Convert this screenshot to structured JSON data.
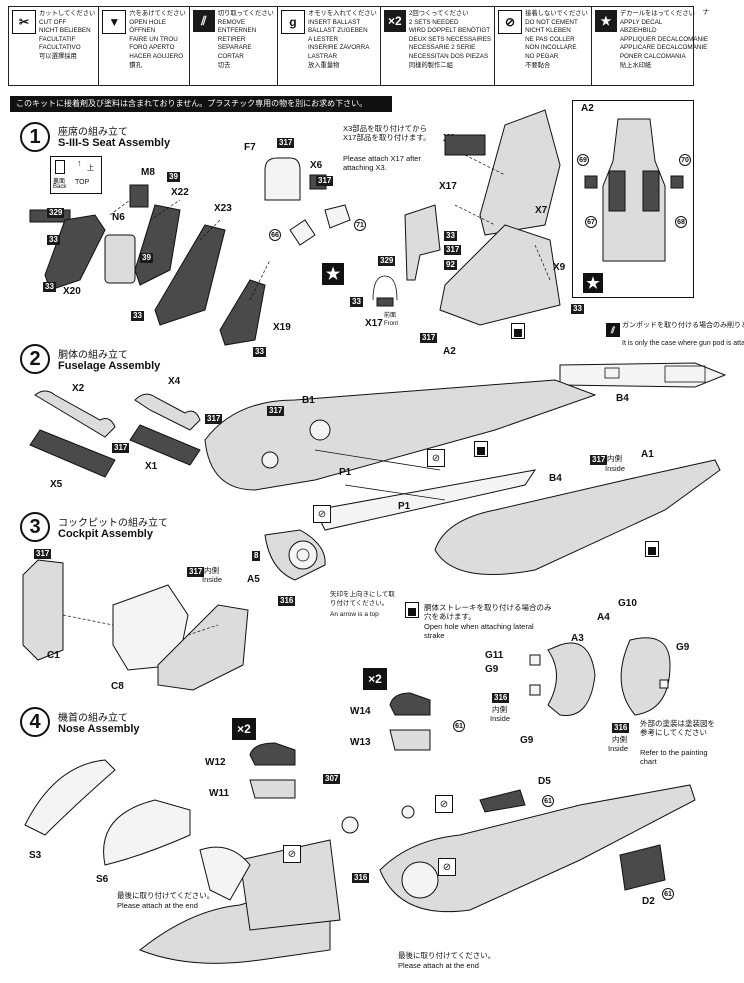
{
  "legend": [
    {
      "icon": "scissors-icon",
      "lines": [
        "カットしてください",
        "CUT OFF",
        "NICHT BELIEBEN",
        "FACULTATIF",
        "FACULTATIVO",
        "可以選擇採用"
      ]
    },
    {
      "icon": "drill-icon",
      "lines": [
        "穴をあけてください",
        "OPEN HOLE",
        "ÖFFNEN",
        "FAIRE UN TROU",
        "FORO APERTO",
        "HACER AGUJERO",
        "鑽孔"
      ]
    },
    {
      "icon": "knife-icon",
      "lines": [
        "切り取ってください",
        "REMOVE",
        "ENTFERNEN",
        "RETIRER",
        "SEPARARE",
        "CORTAR",
        "切去"
      ]
    },
    {
      "icon": "weight-icon",
      "lines": [
        "オモリを入れてください",
        "INSERT BALLAST",
        "BALLAST ZUGEBEN",
        "A LESTER",
        "INSERIRE ZAVORRA",
        "LASTRAR",
        "放入重量物"
      ]
    },
    {
      "icon": "x2-icon",
      "lines": [
        "2回つくってください",
        "2 SETS NEEDED",
        "WIRD DOPPELT BENÖTIGT",
        "DEUX SETS NECESSAIRES",
        "NECESSARIE 2 SERIE",
        "NECESSITAN DOS PIEZAS",
        "同樣的製作二組"
      ]
    },
    {
      "icon": "no-glue-icon",
      "lines": [
        "接着しないでください",
        "DO NOT CEMENT",
        "NICHT KLEBEN",
        "NE PAS COLLER",
        "NON INCOLLARE",
        "NO PEGAR",
        "不要黏合"
      ]
    },
    {
      "icon": "star-decal-icon",
      "lines": [
        "デカールをはってください",
        "APPLY DECAL",
        "ABZIEHBILD",
        "APPLIQUER DECALCOMANIE",
        "APPLICARE DECALCOMANIE",
        "PONER CALCOMANIA",
        "貼上水印紙"
      ]
    }
  ],
  "margin_code": "ナ",
  "notice": "このキットに接着剤及び塗料は含まれておりません。プラスチック専用の物を別にお求め下さい。",
  "steps": [
    {
      "num": "1",
      "jp": "座席の組み立て",
      "en": "S-III-S Seat Assembly"
    },
    {
      "num": "2",
      "jp": "胴体の組み立て",
      "en": "Fuselage Assembly"
    },
    {
      "num": "3",
      "jp": "コックピットの組み立て",
      "en": "Cockpit Assembly"
    },
    {
      "num": "4",
      "jp": "機首の組み立て",
      "en": "Nose Assembly"
    }
  ],
  "step1": {
    "top_icon": {
      "jp": "上",
      "top": "TOP",
      "back_jp": "裏面",
      "back": "Back"
    },
    "labels": {
      "M8": "M8",
      "N6": "N6",
      "X22": "X22",
      "X20": "X20",
      "X23": "X23",
      "X19": "X19",
      "F7": "F7",
      "X6": "X6",
      "X3": "X3",
      "X17": "X17",
      "X7": "X7",
      "X9": "X9",
      "A2": "A2",
      "A2_inset": "A2",
      "X17b": "X17"
    },
    "paint": {
      "p329": "329",
      "p33a": "33",
      "p33b": "33",
      "p33c": "33",
      "p33d": "33",
      "p39a": "39",
      "p39b": "39",
      "p317a": "317",
      "p317b": "317",
      "p317c": "317",
      "p39c": "39",
      "p33e": "33",
      "p92": "92",
      "p329b": "329",
      "p33f": "33",
      "p33g": "33"
    },
    "decals": {
      "d66": "66",
      "d71": "71",
      "d69": "69",
      "d70": "70",
      "d67": "67",
      "d68": "68"
    },
    "note_jp": "X3部品を取り付けてからX17部品を取り付けます。",
    "note_en": "Please attach X17 after attaching X3.",
    "front_jp": "前面",
    "front_en": "Front"
  },
  "gunpod": {
    "jp": "ガンポッドを取り付ける場合のみ削りとります。",
    "en": "It is only the case where gun pod is attached.",
    "part": "B4"
  },
  "step2": {
    "labels": {
      "X2": "X2",
      "X4": "X4",
      "X1": "X1",
      "X5": "X5",
      "B1": "B1",
      "P1a": "P1",
      "P1b": "P1",
      "B4": "B4",
      "A1": "A1",
      "A5": "A5"
    },
    "paint": {
      "p317a": "317",
      "p317b": "317",
      "p317c": "317",
      "p8": "8",
      "p316": "316"
    },
    "inside_jp": "内側",
    "inside_en": "Inside",
    "arrow_jp": "矢印を上向きにして取り付けてください。",
    "arrow_en": "An arrow is a top",
    "hole_jp": "胴体ストレーキを取り付ける場合のみ穴をあけます。",
    "hole_en": "Open hole when attaching lateral strake"
  },
  "step3": {
    "labels": {
      "C1": "C1",
      "C8": "C8",
      "A3": "A3",
      "A4": "A4",
      "G10": "G10",
      "G11": "G11",
      "G9a": "G9",
      "G9b": "G9",
      "G9c": "G9"
    },
    "paint": {
      "p317a": "317",
      "p317b": "317",
      "p316a": "316",
      "p316b": "316"
    },
    "inside_jp": "内側",
    "inside_en": "Inside",
    "inside_jp2": "内側",
    "inside_en2": "Inside",
    "inside_jp3": "内側",
    "inside_en3": "Inside",
    "paint_chart_jp": "外部の塗装は塗装図を参考にしてください",
    "paint_chart_en": "Refer to the painting chart"
  },
  "step4": {
    "labels": {
      "W14": "W14",
      "W13": "W13",
      "W12": "W12",
      "W11": "W11",
      "S3": "S3",
      "S6": "S6",
      "D5": "D5",
      "D2": "D2"
    },
    "paint": {
      "p61a": "61",
      "p61b": "61",
      "p61c": "61",
      "p307": "307",
      "p316": "316"
    },
    "x2a": "×2",
    "x2b": "×2",
    "attach_end_jp": "最後に取り付けてください。",
    "attach_end_en": "Please attach at the end",
    "attach_end_jp2": "最後に取り付けてください。",
    "attach_end_en2": "Please attach at the end"
  }
}
